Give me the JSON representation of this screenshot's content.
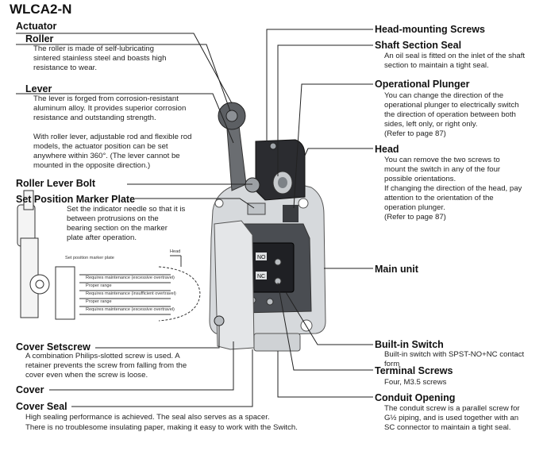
{
  "title": "WLCA2-N",
  "left": {
    "actuator": "Actuator",
    "roller_h": "Roller",
    "roller_t": "The roller is made of self-lubricating sintered stainless steel and boasts high resistance to wear.",
    "lever_h": "Lever",
    "lever_t1": "The lever is forged from corrosion-resistant aluminum alloy. It provides superior corrosion resistance and outstanding strength.",
    "lever_t2": "With roller lever, adjustable rod and flexible rod models, the actuator position can be set anywhere within 360°. (The lever cannot be mounted in the opposite direction.)",
    "roller_bolt": "Roller Lever Bolt",
    "marker_h": "Set Position Marker Plate",
    "marker_t": "Set the indicator needle so that it is between protrusions on the bearing section on the marker plate after operation.",
    "cover_setscrew_h": "Cover Setscrew",
    "cover_setscrew_t": "A combination Philips-slotted screw is used. A retainer prevents the screw from falling from the cover even when the screw is loose.",
    "cover": "Cover",
    "cover_seal_h": "Cover Seal",
    "cover_seal_t1": "High sealing performance is achieved. The seal also serves as a spacer.",
    "cover_seal_t2": "There is no troublesome insulating paper, making it easy to work with the Switch."
  },
  "inset": {
    "plate_label": "Set position marker plate",
    "head_label": "Head",
    "rows": [
      "Requires maintenance (excessive overtravel)",
      "Proper range",
      "Requires maintenance (insufficient overtravel)",
      "Proper range",
      "Requires maintenance (excessive overtravel)"
    ]
  },
  "right": {
    "head_mount": "Head-mounting Screws",
    "shaft_h": "Shaft Section Seal",
    "shaft_t": "An oil seal is fitted on the inlet of the shaft section to maintain a tight seal.",
    "plunger_h": "Operational Plunger",
    "plunger_t": "You can change the direction of the operational plunger to electrically switch the direction of operation between both sides, left only, or right only.",
    "plunger_ref": "(Refer to page 87)",
    "head_h": "Head",
    "head_t1": "You can remove the two screws to mount the switch in any of the four possible orientations.",
    "head_t2": "If changing the direction of the head, pay attention to the orientation of the operation plunger.",
    "head_ref": "(Refer to page 87)",
    "main_unit": "Main unit",
    "builtin_h": "Built-in Switch",
    "builtin_t": "Built-in switch with SPST-NO+NC contact form",
    "terminal_h": "Terminal Screws",
    "terminal_t": "Four, M3.5 screws",
    "conduit_h": "Conduit Opening",
    "conduit_t": "The conduit screw is a parallel screw for G½ piping, and is used together with an SC connector to maintain a tight seal."
  },
  "device_marks": {
    "no": "NO",
    "nc": "NC"
  }
}
